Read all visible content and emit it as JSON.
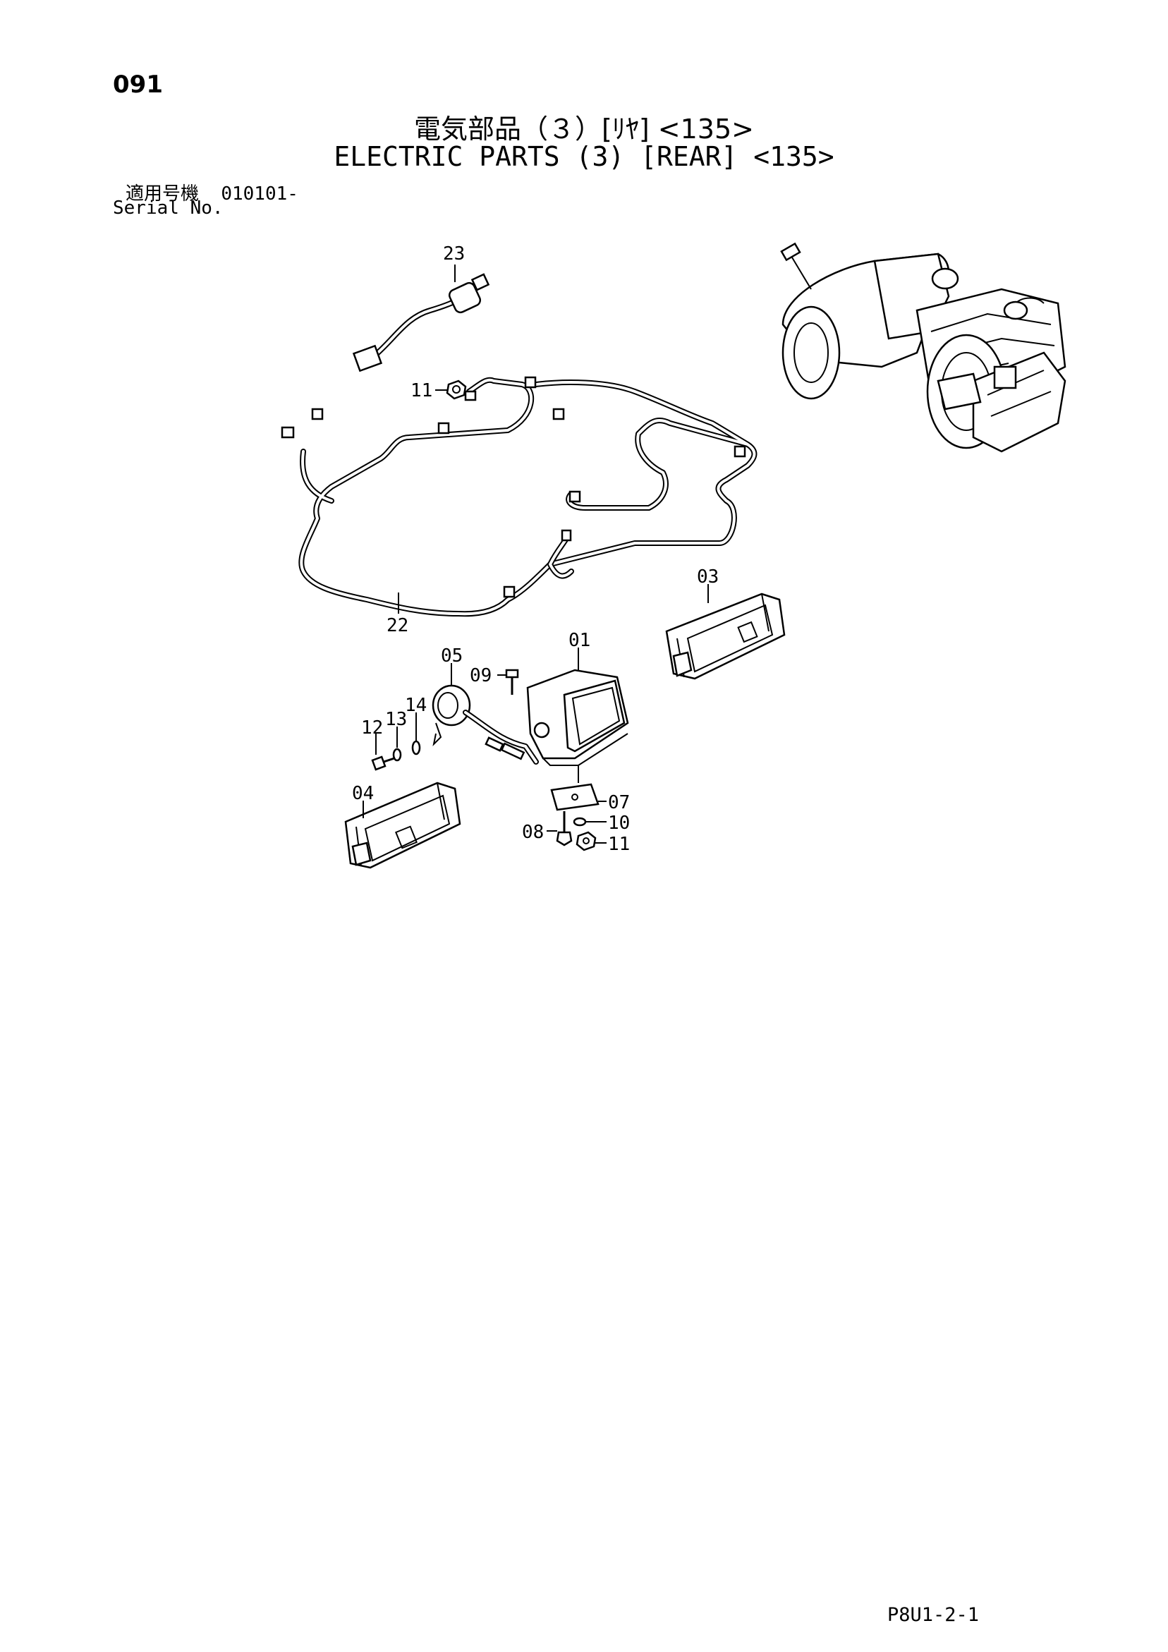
{
  "page": {
    "number": "091",
    "title_jp": "電気部品（３）[ﾘﾔ] <135>",
    "title_en": "ELECTRIC PARTS (3) [REAR] <135>",
    "serial_label_jp": "適用号機",
    "serial_value": "010101-",
    "serial_label_en": "Serial No.",
    "footer_code": "P8U1-2-1"
  },
  "callouts": {
    "c23": "23",
    "c11a": "11",
    "c22": "22",
    "c03": "03",
    "c05": "05",
    "c01": "01",
    "c09": "09",
    "c14": "14",
    "c13": "13",
    "c12": "12",
    "c04": "04",
    "c07": "07",
    "c10": "10",
    "c08": "08",
    "c11b": "11"
  }
}
